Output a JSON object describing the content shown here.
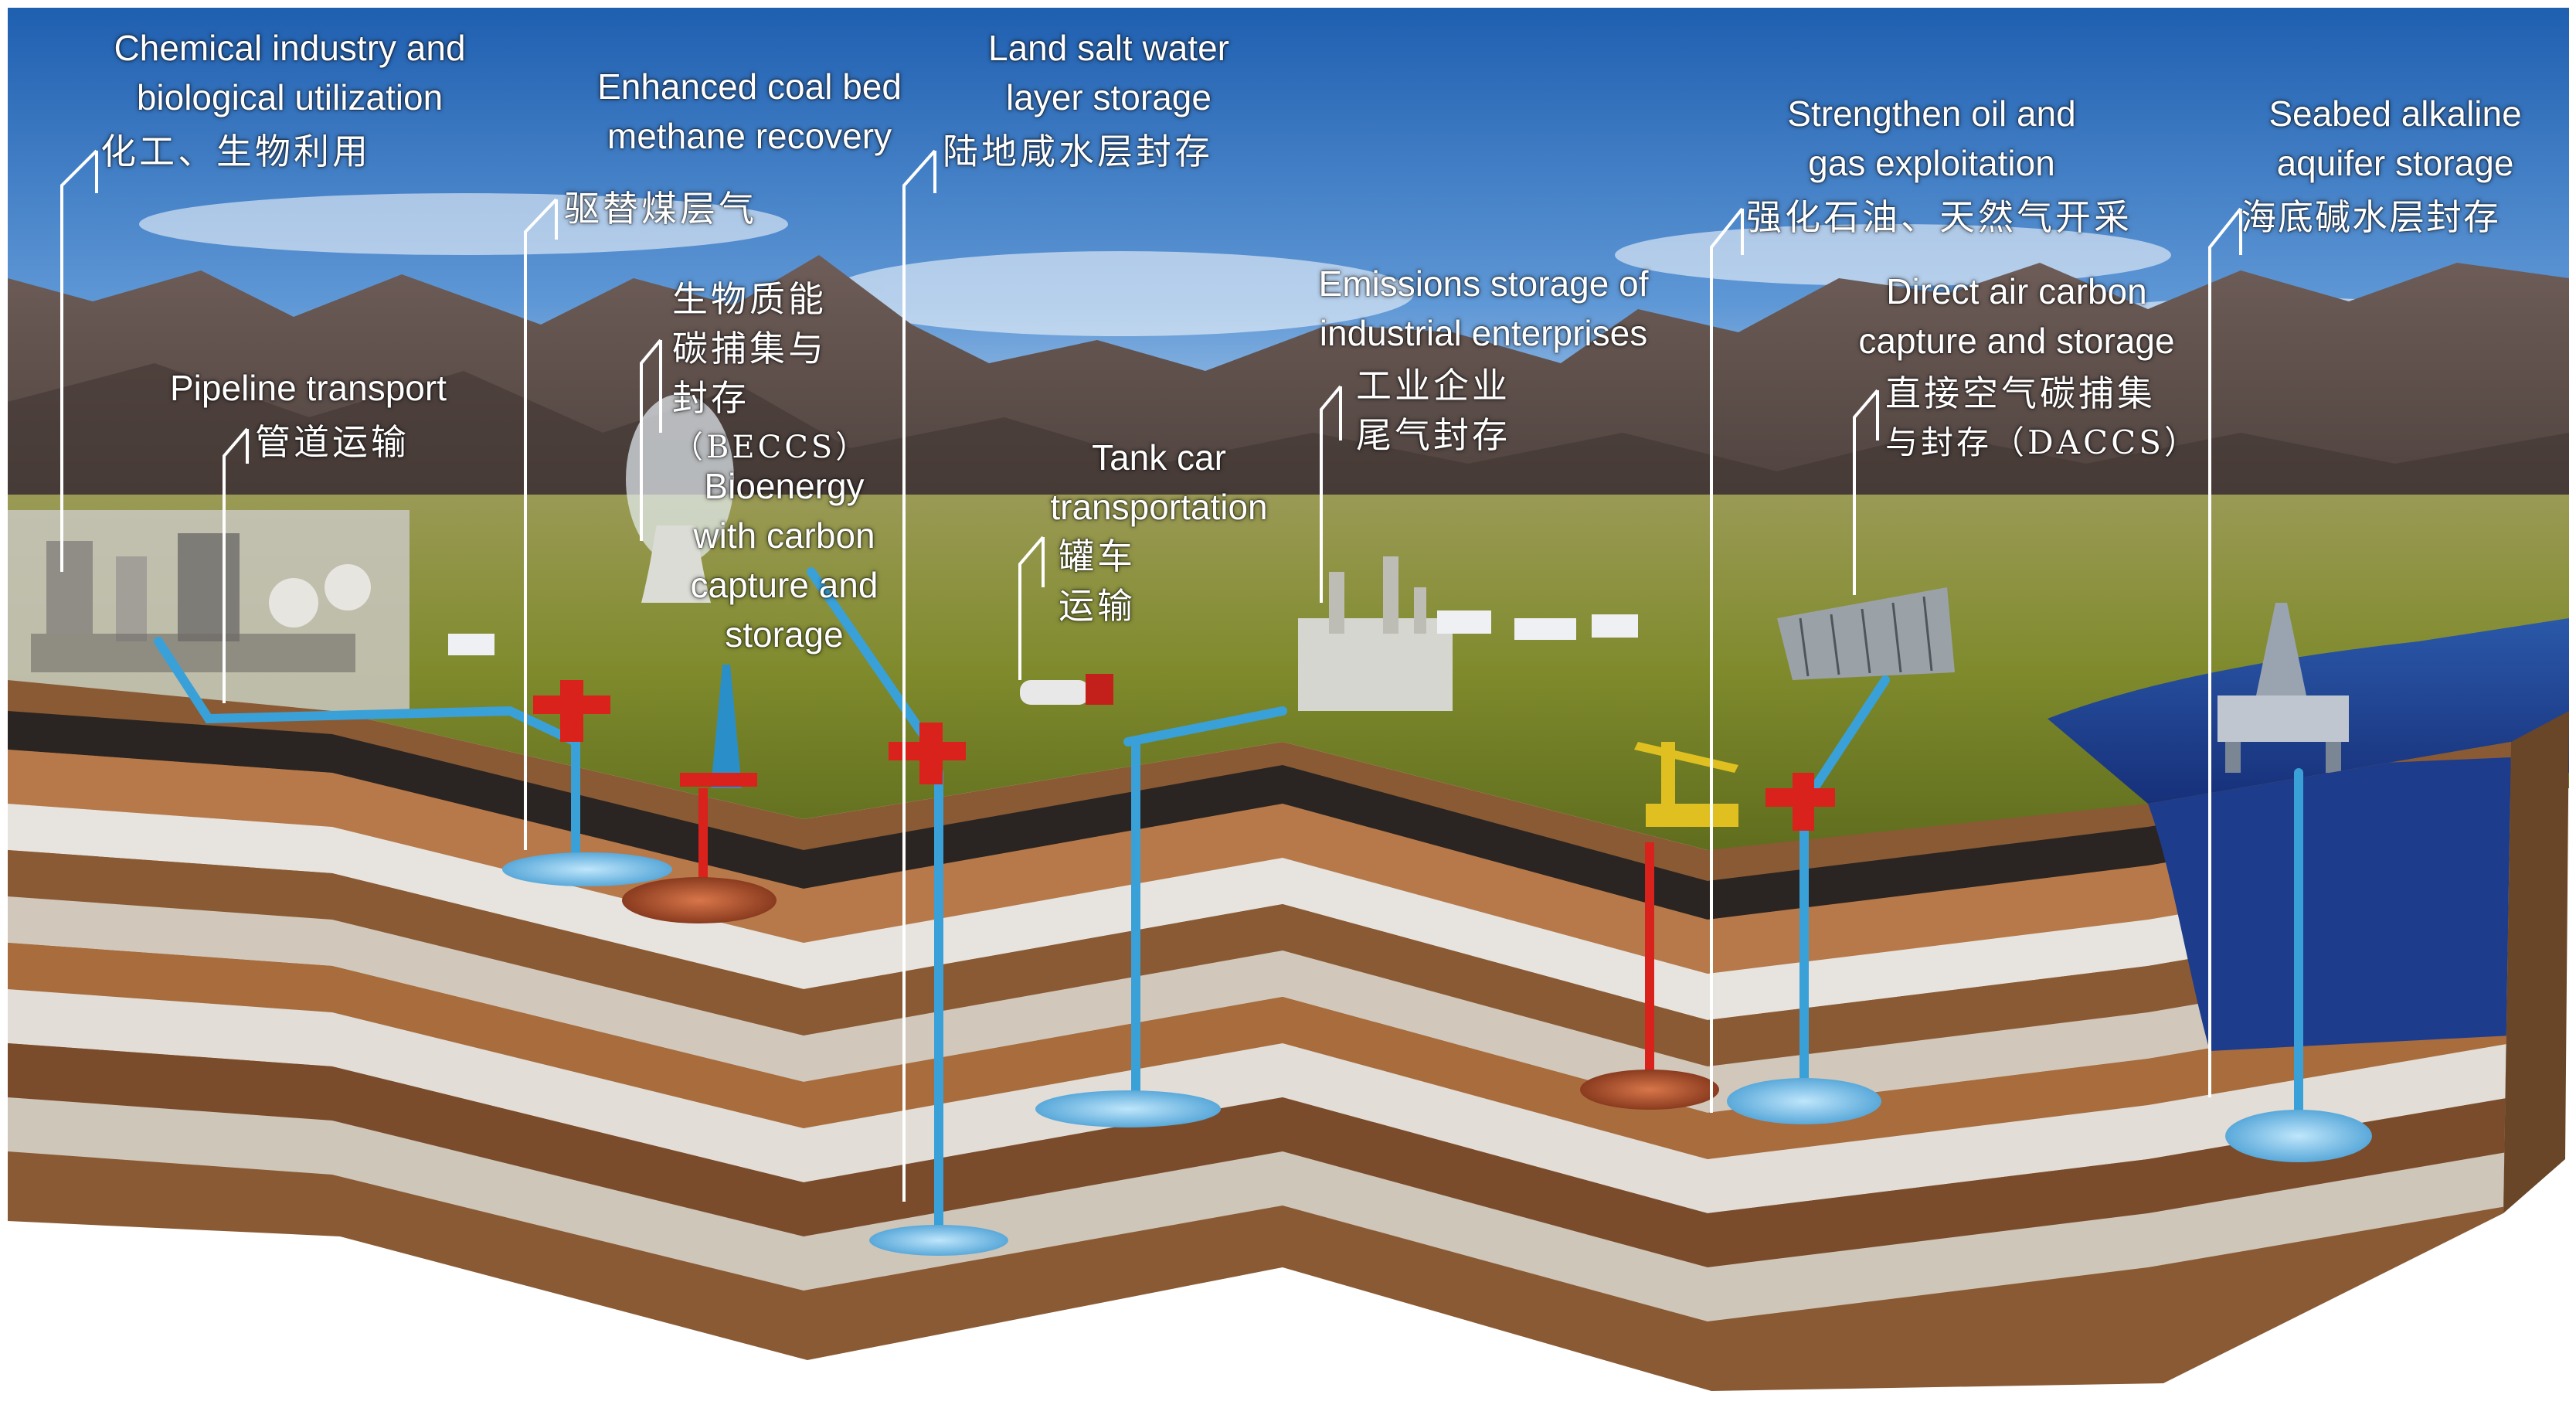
{
  "colors": {
    "sky_top": "#1f5fb0",
    "sky_bottom": "#cfe1f3",
    "mountain": "#5a4a44",
    "grass": "#8a8b3a",
    "ground_brown": "#8a5a34",
    "ground_light": "#d9cfc2",
    "pipe_blue": "#3aa0d8",
    "wellhead_red": "#d9221c",
    "sea": "#1e3c8c",
    "co2_storage": "#7fc4ea"
  },
  "labels": {
    "chem": {
      "en": [
        "Chemical industry and",
        "biological utilization"
      ],
      "cn": "化工、生物利用"
    },
    "ecbm": {
      "en": [
        "Enhanced coal bed",
        "methane recovery"
      ],
      "cn": "驱替煤层气"
    },
    "land": {
      "en": [
        "Land salt water",
        "layer storage"
      ],
      "cn": "陆地咸水层封存"
    },
    "oil": {
      "en": [
        "Strengthen oil and",
        "gas exploitation"
      ],
      "cn": "强化石油、天然气开采"
    },
    "seabed": {
      "en": [
        "Seabed alkaline",
        "aquifer storage"
      ],
      "cn": "海底碱水层封存"
    },
    "pipeline": {
      "en": [
        "Pipeline transport"
      ],
      "cn": "管道运输"
    },
    "beccs_cn": {
      "cn": [
        "生物质能",
        "碳捕集与",
        "封存",
        "（BECCS）"
      ]
    },
    "beccs_en": {
      "en": [
        "Bioenergy",
        "with carbon",
        "capture and",
        "storage"
      ]
    },
    "emissions": {
      "en": [
        "Emissions storage of",
        "industrial enterprises"
      ],
      "cn": [
        "工业企业",
        "尾气封存"
      ]
    },
    "dac": {
      "en": [
        "Direct air carbon",
        "capture and storage"
      ],
      "cn": [
        "直接空气碳捕集",
        "与封存（DACCS）"
      ]
    },
    "tank": {
      "en": [
        "Tank car",
        "transportation"
      ],
      "cn": [
        "罐车",
        "运输"
      ]
    }
  }
}
